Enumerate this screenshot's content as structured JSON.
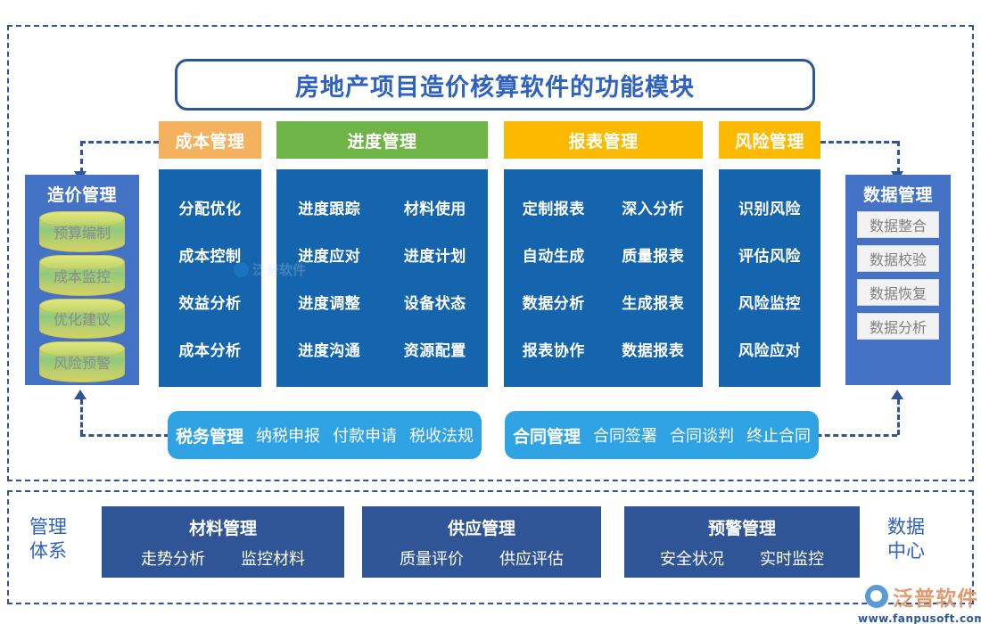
{
  "title": "房地产项目造价核算软件的功能模块",
  "colors": {
    "frame": "#2F5597",
    "title_text": "#2E62C0",
    "cost_tab": "#F5B25E",
    "progress_tab": "#6FB447",
    "report_tab": "#FBB900",
    "risk_tab": "#FBB900",
    "column_blue": "#1565AE",
    "side_blue": "#4472C4",
    "pill_blue": "#2FA3E3",
    "bottom_box": "#2F5597"
  },
  "tabs": [
    {
      "label": "成本管理",
      "color": "#F5B25E"
    },
    {
      "label": "进度管理",
      "color": "#6FB447"
    },
    {
      "label": "报表管理",
      "color": "#FBB900"
    },
    {
      "label": "风险管理",
      "color": "#FBB900"
    }
  ],
  "columns": {
    "cost": {
      "rows": [
        [
          "分配优化"
        ],
        [
          "成本控制"
        ],
        [
          "效益分析"
        ],
        [
          "成本分析"
        ]
      ]
    },
    "progress": {
      "rows": [
        [
          "进度跟踪",
          "材料使用"
        ],
        [
          "进度应对",
          "进度计划"
        ],
        [
          "进度调整",
          "设备状态"
        ],
        [
          "进度沟通",
          "资源配置"
        ]
      ]
    },
    "report": {
      "rows": [
        [
          "定制报表",
          "深入分析"
        ],
        [
          "自动生成",
          "质量报表"
        ],
        [
          "数据分析",
          "生成报表"
        ],
        [
          "报表协作",
          "数据报表"
        ]
      ]
    },
    "risk": {
      "rows": [
        [
          "识别风险"
        ],
        [
          "评估风险"
        ],
        [
          "风险监控"
        ],
        [
          "风险应对"
        ]
      ]
    }
  },
  "left_panel": {
    "title": "造价管理",
    "items": [
      "预算编制",
      "成本监控",
      "优化建议",
      "风险预警"
    ]
  },
  "right_panel": {
    "title": "数据管理",
    "items": [
      "数据整合",
      "数据校验",
      "数据恢复",
      "数据分析"
    ]
  },
  "pills": [
    {
      "lead": "税务管理",
      "subs": [
        "纳税申报",
        "付款申请",
        "税收法规"
      ]
    },
    {
      "lead": "合同管理",
      "subs": [
        "合同签署",
        "合同谈判",
        "终止合同"
      ]
    }
  ],
  "bottom": {
    "left_label": "管理\n体系",
    "right_label": "数据\n中心",
    "boxes": [
      {
        "title": "材料管理",
        "items": [
          "走势分析",
          "监控材料"
        ]
      },
      {
        "title": "供应管理",
        "items": [
          "质量评价",
          "供应评估"
        ]
      },
      {
        "title": "预警管理",
        "items": [
          "安全状况",
          "实时监控"
        ]
      }
    ]
  },
  "watermark": {
    "text": "泛普软件"
  },
  "logo": {
    "name": "泛普软件",
    "url": "www.fanpusoft.com"
  }
}
